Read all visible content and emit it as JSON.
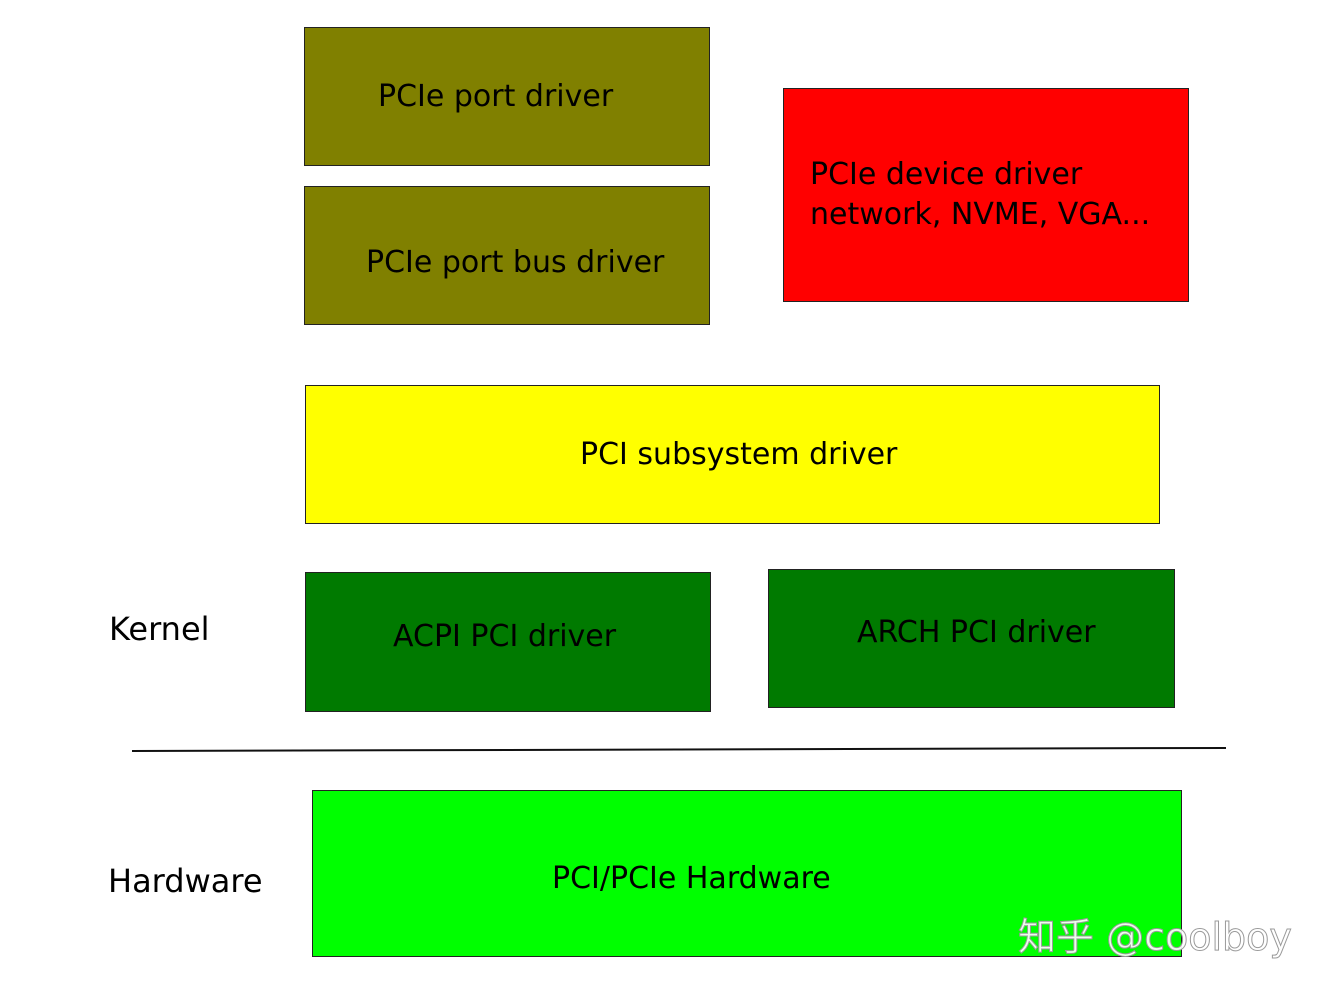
{
  "colors": {
    "port_driver": "#808000",
    "device_driver": "#ff0000",
    "pci_subsystem": "#ffff00",
    "platform_driver": "#007a00",
    "hardware": "#00ff00"
  },
  "boxes": {
    "pcie_port_driver": "PCIe port  driver",
    "pcie_port_bus_driver": "PCIe port bus driver",
    "pcie_device_driver_line1": "PCIe device  driver",
    "pcie_device_driver_line2": "network, NVME, VGA...",
    "pci_subsystem_driver": "PCI subsystem driver",
    "acpi_pci_driver": "ACPI PCI driver",
    "arch_pci_driver": "ARCH PCI driver",
    "pci_pcie_hardware": "PCI/PCIe Hardware"
  },
  "layers": {
    "kernel": "Kernel",
    "hardware": "Hardware"
  },
  "watermark": "知乎 @coolboy"
}
